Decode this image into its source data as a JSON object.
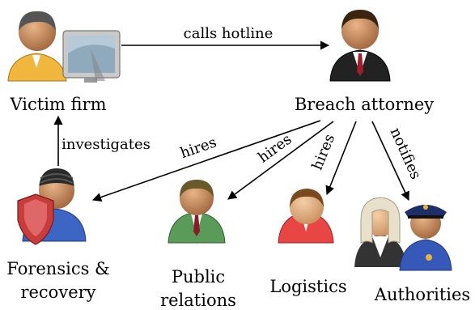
{
  "nodes": {
    "victim": "Victim firm",
    "attorney": "Breach attorney",
    "forensics_line1": "Forensics &",
    "forensics_line2": "recovery",
    "pr_line1": "Public",
    "pr_line2": "relations",
    "logistics": "Logistics",
    "authorities": "Authorities"
  },
  "edges": {
    "calls": "calls hotline",
    "investigates": "investigates",
    "hires_forensics": "hires",
    "hires_pr": "hires",
    "hires_logistics": "hires",
    "notifies": "notifies"
  },
  "icons": {
    "victim": "person-at-computer-icon",
    "attorney": "businessman-icon",
    "forensics": "hacker-with-shield-icon",
    "pr": "person-green-icon",
    "logistics": "person-red-icon",
    "authorities": "judge-and-police-icon"
  }
}
